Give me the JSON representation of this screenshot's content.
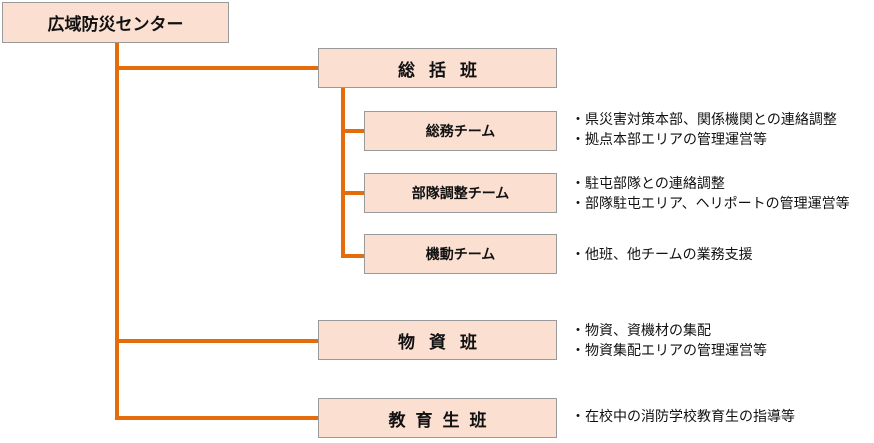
{
  "root": {
    "label": "広域防災センター"
  },
  "colors": {
    "box_fill": "#fbe0d2",
    "box_border": "#9a9a9a",
    "connector": "#e46c0a"
  },
  "groups": [
    {
      "label": "総括班",
      "subteams": [
        {
          "label": "総務チーム",
          "duties": [
            "・県災害対策本部、関係機関との連絡調整",
            "・拠点本部エリアの管理運営等"
          ]
        },
        {
          "label": "部隊調整チーム",
          "duties": [
            "・駐屯部隊との連絡調整",
            "・部隊駐屯エリア、ヘリポートの管理運営等"
          ]
        },
        {
          "label": "機動チーム",
          "duties": [
            "・他班、他チームの業務支援"
          ]
        }
      ]
    },
    {
      "label": "物資班",
      "duties": [
        "・物資、資機材の集配",
        "・物資集配エリアの管理運営等"
      ]
    },
    {
      "label": "教育生班",
      "duties": [
        "・在校中の消防学校教育生の指導等"
      ]
    }
  ]
}
